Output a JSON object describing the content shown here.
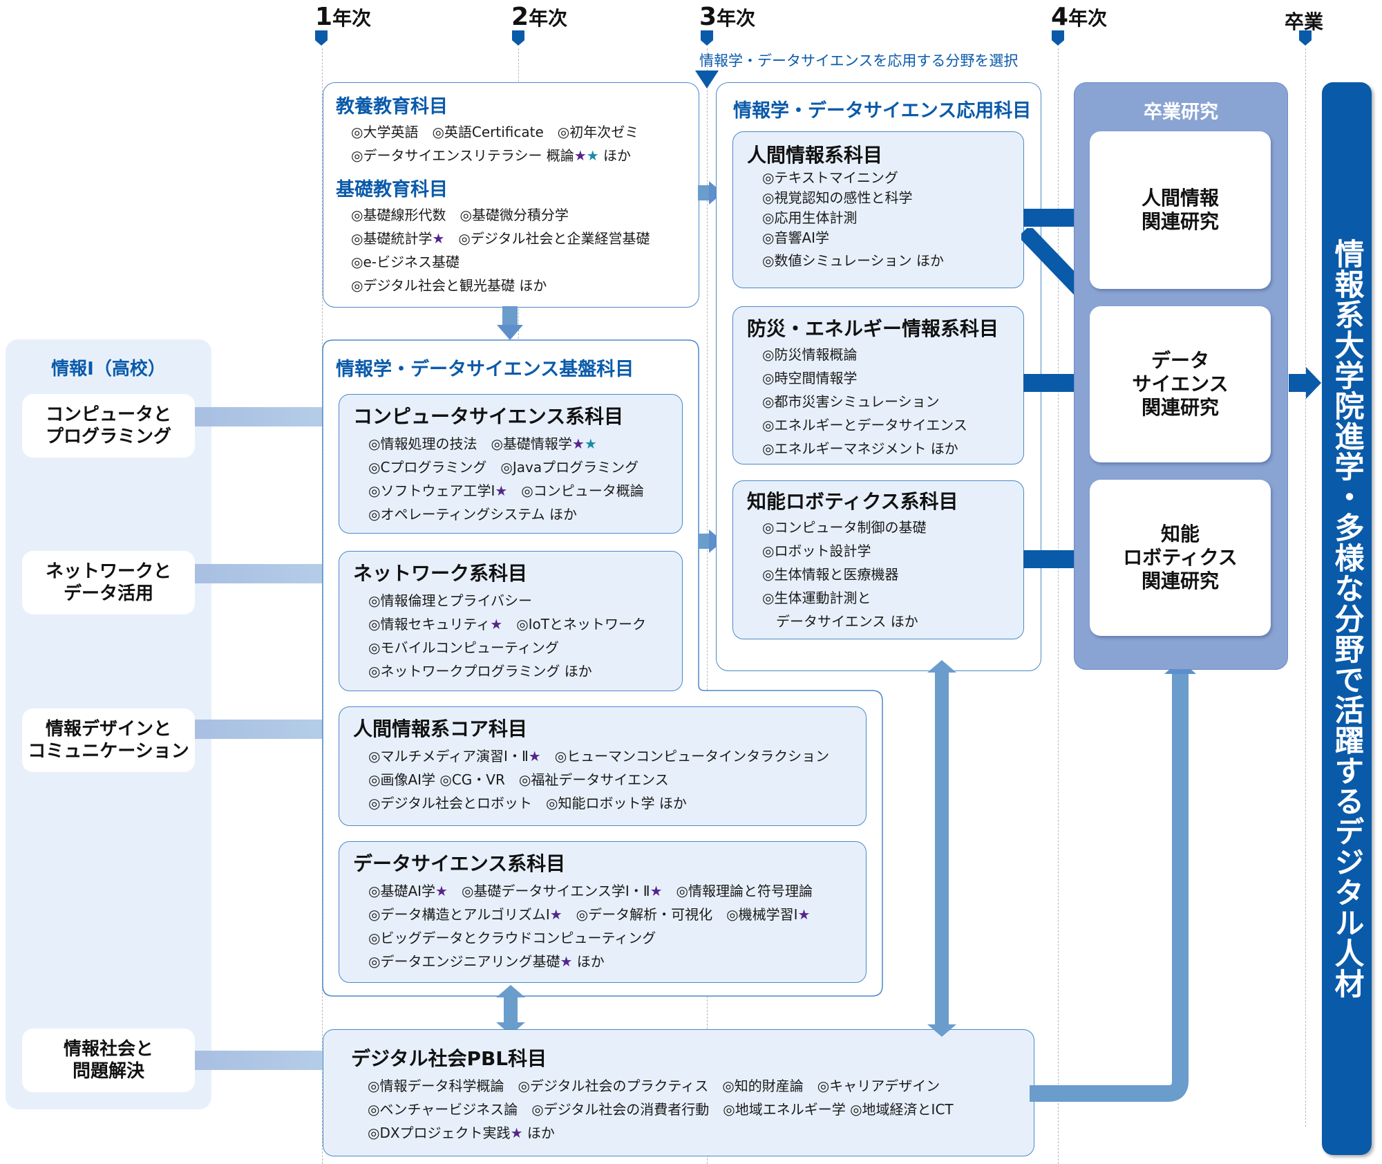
{
  "timeline": {
    "markers": [
      {
        "num": "1",
        "suffix": "年次"
      },
      {
        "num": "2",
        "suffix": "年次"
      },
      {
        "num": "3",
        "suffix": "年次"
      },
      {
        "num": "4",
        "suffix": "年次"
      },
      {
        "num": "",
        "suffix": "卒業"
      }
    ],
    "select_note": "情報学・データサイエンスを応用する分野を選択"
  },
  "high_school": {
    "title": "情報Ⅰ（高校）",
    "cards": [
      {
        "lines": [
          "コンピュータと",
          "プログラミング"
        ]
      },
      {
        "lines": [
          "ネットワークと",
          "データ活用"
        ]
      },
      {
        "lines": [
          "情報デザインと",
          "コミュニケーション"
        ]
      },
      {
        "lines": [
          "情報社会と",
          "問題解決"
        ]
      }
    ]
  },
  "general_education": {
    "title": "教養教育科目",
    "rows": [
      "◎大学英語　◎英語Certificate　◎初年次ゼミ",
      "◎データサイエンスリテラシー 概論"
    ],
    "row2_suffix": " ほか",
    "basic_title": "基礎教育科目",
    "basic_rows": [
      "◎基礎線形代数　◎基礎微分積分学",
      "◎基礎統計学",
      "　◎デジタル社会と企業経営基礎",
      "◎e-ビジネス基礎",
      "◎デジタル社会と観光基礎 ほか"
    ]
  },
  "foundation": {
    "title": "情報学・データサイエンス基盤科目",
    "groups": [
      {
        "title": "コンピュータサイエンス系科目",
        "rows": [
          [
            "◎情報処理の技法　◎基礎情報学",
            "pt",
            ""
          ],
          [
            "◎Cプログラミング　◎Javaプログラミング",
            "",
            ""
          ],
          [
            "◎ソフトウェア工学Ⅰ",
            "p",
            "　◎コンピュータ概論"
          ],
          [
            "◎オペレーティングシステム ほか",
            "",
            ""
          ]
        ]
      },
      {
        "title": "ネットワーク系科目",
        "rows": [
          [
            "◎情報倫理とプライバシー",
            "",
            ""
          ],
          [
            "◎情報セキュリティ",
            "p",
            "　◎IoTとネットワーク"
          ],
          [
            "◎モバイルコンピューティング",
            "",
            ""
          ],
          [
            "◎ネットワークプログラミング ほか",
            "",
            ""
          ]
        ]
      },
      {
        "title": "人間情報系コア科目",
        "rows": [
          [
            "◎マルチメディア演習Ⅰ・Ⅱ",
            "p",
            "　◎ヒューマンコンピュータインタラクション"
          ],
          [
            "◎画像AI学 ◎CG・VR　◎福祉データサイエンス",
            "",
            ""
          ],
          [
            "◎デジタル社会とロボット　◎知能ロボット学 ほか",
            "",
            ""
          ]
        ]
      },
      {
        "title": "データサイエンス系科目",
        "rows": [
          [
            "◎基礎AI学",
            "p",
            "　◎基礎データサイエンス学Ⅰ・Ⅱ",
            "p",
            "　◎情報理論と符号理論"
          ],
          [
            "◎データ構造とアルゴリズムⅠ",
            "p",
            "　◎データ解析・可視化　◎機械学習Ⅰ",
            "p",
            ""
          ],
          [
            "◎ビッグデータとクラウドコンピューティング",
            "",
            ""
          ],
          [
            "◎データエンジニアリング基礎",
            "p",
            " ほか"
          ]
        ]
      }
    ]
  },
  "pbl": {
    "title": "デジタル社会PBL科目",
    "rows": [
      [
        "◎情報データ科学概論　◎デジタル社会のプラクティス　◎知的財産論　◎キャリアデザイン",
        "",
        ""
      ],
      [
        "◎ベンチャービジネス論　◎デジタル社会の消費者行動　◎地域エネルギー学 ◎地域経済とICT",
        "",
        ""
      ],
      [
        "◎DXプロジェクト実践",
        "p",
        " ほか"
      ]
    ]
  },
  "applied": {
    "title": "情報学・データサイエンス応用科目",
    "groups": [
      {
        "title": "人間情報系科目",
        "rows": [
          "◎テキストマイニング",
          "◎視覚認知の感性と科学",
          "◎応用生体計測",
          "◎音響AI学",
          "◎数値シミュレーション ほか"
        ]
      },
      {
        "title": "防災・エネルギー情報系科目",
        "rows": [
          "◎防災情報概論",
          "◎時空間情報学",
          "◎都市災害シミュレーション",
          "◎エネルギーとデータサイエンス",
          "◎エネルギーマネジメント ほか"
        ]
      },
      {
        "title": "知能ロボティクス系科目",
        "rows": [
          "◎コンピュータ制御の基礎",
          "◎ロボット設計学",
          "◎生体情報と医療機器",
          "◎生体運動計測と",
          "　データサイエンス ほか"
        ]
      }
    ]
  },
  "graduation_research": {
    "title": "卒業研究",
    "cards": [
      {
        "lines": [
          "人間情報",
          "関連研究"
        ]
      },
      {
        "lines": [
          "データ",
          "サイエンス",
          "関連研究"
        ]
      },
      {
        "lines": [
          "知能",
          "ロボティクス",
          "関連研究"
        ]
      }
    ]
  },
  "outcome": "情報系大学院進学・多様な分野で活躍するデジタル人材",
  "legend_icons": {
    "star_purple": "★",
    "star_teal": "★"
  },
  "colors": {
    "brand_blue": "#0a5aaa",
    "star_purple": "#55258a",
    "star_teal": "#1a8aa8",
    "panel_light": "#e7f0fa",
    "grad_box": "#89a3d3"
  }
}
